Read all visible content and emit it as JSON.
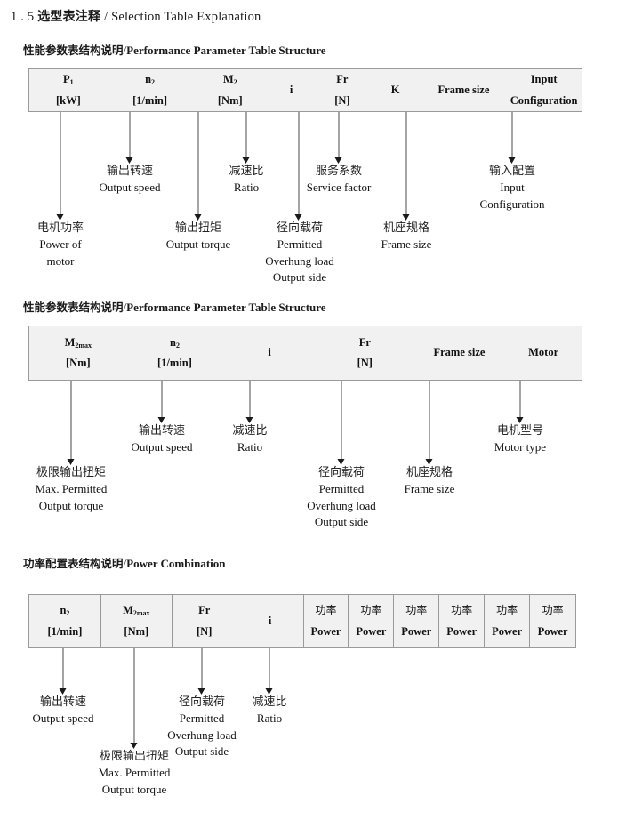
{
  "document": {
    "section_number": "1 . 5",
    "section_title_cn": "选型表注释",
    "section_title_sep": "/",
    "section_title_en": "Selection Table Explanation"
  },
  "sections": [
    {
      "heading_cn": "性能参数表结构说明",
      "heading_sep": "/",
      "heading_en": "Performance Parameter Table Structure",
      "table": {
        "divided": false,
        "columns": [
          {
            "symbol": "P",
            "sub": "1",
            "unit": "[kW]"
          },
          {
            "symbol": "n",
            "sub": "2",
            "unit": "[1/min]"
          },
          {
            "symbol": "M",
            "sub": "2",
            "unit": "[Nm]"
          },
          {
            "symbol": "i",
            "sub": "",
            "unit": ""
          },
          {
            "symbol": "Fr",
            "sub": "",
            "unit": "[N]"
          },
          {
            "symbol": "K",
            "sub": "",
            "unit": ""
          },
          {
            "symbol": "Frame size",
            "sub": "",
            "unit": ""
          },
          {
            "symbol": "Input",
            "sub": "",
            "unit": "Configuration"
          }
        ]
      },
      "notes": [
        {
          "cn": "电机功率",
          "en": [
            "Power of",
            "motor"
          ]
        },
        {
          "cn": "输出转速",
          "en": [
            "Output speed"
          ]
        },
        {
          "cn": "输出扭矩",
          "en": [
            "Output torque"
          ]
        },
        {
          "cn": "减速比",
          "en": [
            "Ratio"
          ]
        },
        {
          "cn": "径向载荷",
          "en": [
            "Permitted",
            "Overhung load",
            "Output side"
          ]
        },
        {
          "cn": "服务系数",
          "en": [
            "Service factor"
          ]
        },
        {
          "cn": "机座规格",
          "en": [
            "Frame size"
          ]
        },
        {
          "cn": "输入配置",
          "en": [
            "Input",
            "Configuration"
          ]
        }
      ]
    },
    {
      "heading_cn": "性能参数表结构说明",
      "heading_sep": "/",
      "heading_en": "Performance Parameter Table Structure",
      "table": {
        "divided": false,
        "columns": [
          {
            "symbol": "M",
            "sub": "2max",
            "unit": "[Nm]"
          },
          {
            "symbol": "n",
            "sub": "2",
            "unit": "[1/min]"
          },
          {
            "symbol": "i",
            "sub": "",
            "unit": ""
          },
          {
            "symbol": "Fr",
            "sub": "",
            "unit": "[N]"
          },
          {
            "symbol": "Frame size",
            "sub": "",
            "unit": ""
          },
          {
            "symbol": "Motor",
            "sub": "",
            "unit": ""
          }
        ]
      },
      "notes": [
        {
          "cn": "极限输出扭矩",
          "en": [
            "Max. Permitted",
            "Output  torque"
          ]
        },
        {
          "cn": "输出转速",
          "en": [
            "Output speed"
          ]
        },
        {
          "cn": "减速比",
          "en": [
            "Ratio"
          ]
        },
        {
          "cn": "径向载荷",
          "en": [
            "Permitted",
            "Overhung load",
            "Output side"
          ]
        },
        {
          "cn": "机座规格",
          "en": [
            "Frame size"
          ]
        },
        {
          "cn": "电机型号",
          "en": [
            "Motor type"
          ]
        }
      ]
    },
    {
      "heading_cn": "功率配置表结构说明",
      "heading_sep": "/",
      "heading_en": "Power Combination",
      "table": {
        "divided": true,
        "columns": [
          {
            "symbol": "n",
            "sub": "2",
            "unit": "[1/min]"
          },
          {
            "symbol": "M",
            "sub": "2max",
            "unit": "[Nm]"
          },
          {
            "symbol": "Fr",
            "sub": "",
            "unit": "[N]"
          },
          {
            "symbol": "i",
            "sub": "",
            "unit": ""
          },
          {
            "symbol_cn": "功率",
            "unit": "Power"
          },
          {
            "symbol_cn": "功率",
            "unit": "Power"
          },
          {
            "symbol_cn": "功率",
            "unit": "Power"
          },
          {
            "symbol_cn": "功率",
            "unit": "Power"
          },
          {
            "symbol_cn": "功率",
            "unit": "Power"
          },
          {
            "symbol_cn": "功率",
            "unit": "Power"
          }
        ]
      },
      "notes": [
        {
          "cn": "输出转速",
          "en": [
            "Output speed"
          ]
        },
        {
          "cn": "极限输出扭矩",
          "en": [
            "Max. Permitted",
            "Output  torque"
          ]
        },
        {
          "cn": "径向载荷",
          "en": [
            "Permitted",
            "Overhung load",
            "Output side"
          ]
        },
        {
          "cn": "减速比",
          "en": [
            "Ratio"
          ]
        }
      ]
    }
  ]
}
